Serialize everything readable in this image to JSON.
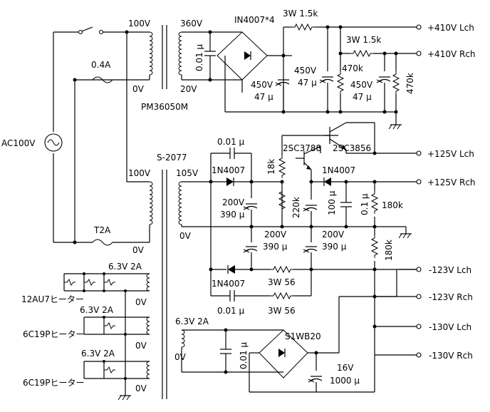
{
  "labels": {
    "ac_input": "AC100V",
    "fuse_main": "0.4A",
    "fuse_t2": "T2A",
    "pt1_primary": "100V",
    "pt1_zero": "0V",
    "pt1_secondary": "360V",
    "pt1_secondary_zero": "20V",
    "pt1_model": "PM36050M",
    "cap_001_a": "0.01 μ",
    "bridge1_diodes": "IN4007*4",
    "res_3w_a": "3W 1.5k",
    "res_3w_b": "3W 1.5k",
    "cap_450v_a_v": "450V",
    "cap_450v_a_c": "47 μ",
    "cap_450v_b_v": "450V",
    "cap_450v_b_c": "47 μ",
    "cap_450v_c_v": "450V",
    "cap_450v_c_c": "47 μ",
    "res_470k_a": "470k",
    "res_470k_b": "470k",
    "out_410_l": "+410V Lch",
    "out_410_r": "+410V Rch",
    "pt2_model": "S-2077",
    "pt2_primary": "100V",
    "pt2_zero": "0V",
    "pt2_sec": "105V",
    "pt2_sec_zero": "0V",
    "cap_001_b": "0.01 μ",
    "diode_b": "1N4007",
    "res_18k": "18k",
    "tr_2sc3788": "2SC3788",
    "tr_2sc3856": "2SC3856",
    "diode_c": "1N4007",
    "cap_200v_a_v": "200V",
    "cap_200v_a_c": "390 μ",
    "res_220k": "220k",
    "cap_100u": "100 μ",
    "cap_01u": "0.1 μ",
    "res_180k_a": "180k",
    "cap_200v_b_v": "200V",
    "cap_200v_b_c": "390 μ",
    "cap_200v_c_v": "200V",
    "cap_200v_c_c": "390 μ",
    "res_180k_b": "180k",
    "out_125_l": "+125V Lch",
    "out_125_r": "+125V Rch",
    "diode_d": "1N4007",
    "res_3w56_a": "3W 56",
    "res_3w56_b": "3W 56",
    "cap_001_c": "0.01 μ",
    "out_123_l": "-123V Lch",
    "out_123_r": "-123V Rch",
    "out_130_l": "-130V Lch",
    "out_130_r": "-130V Rch",
    "heater_a_v": "6.3V 2A",
    "heater_a_zero": "0V",
    "heater_a_name": "12AU7ヒーター",
    "heater_b_v": "6.3V 2A",
    "heater_b_zero": "0V",
    "heater_b_name": "6C19Pヒーター",
    "heater_c_v": "6.3V 2A",
    "heater_c_zero": "0V",
    "heater_c_name": "6C19Pヒーター",
    "heater_d_v": "6.3V 2A",
    "heater_d_zero": "0V",
    "cap_001_d": "0.01 μ",
    "bridge2": "S1WB20",
    "cap_16v_v": "16V",
    "cap_16v_c": "1000 μ"
  }
}
